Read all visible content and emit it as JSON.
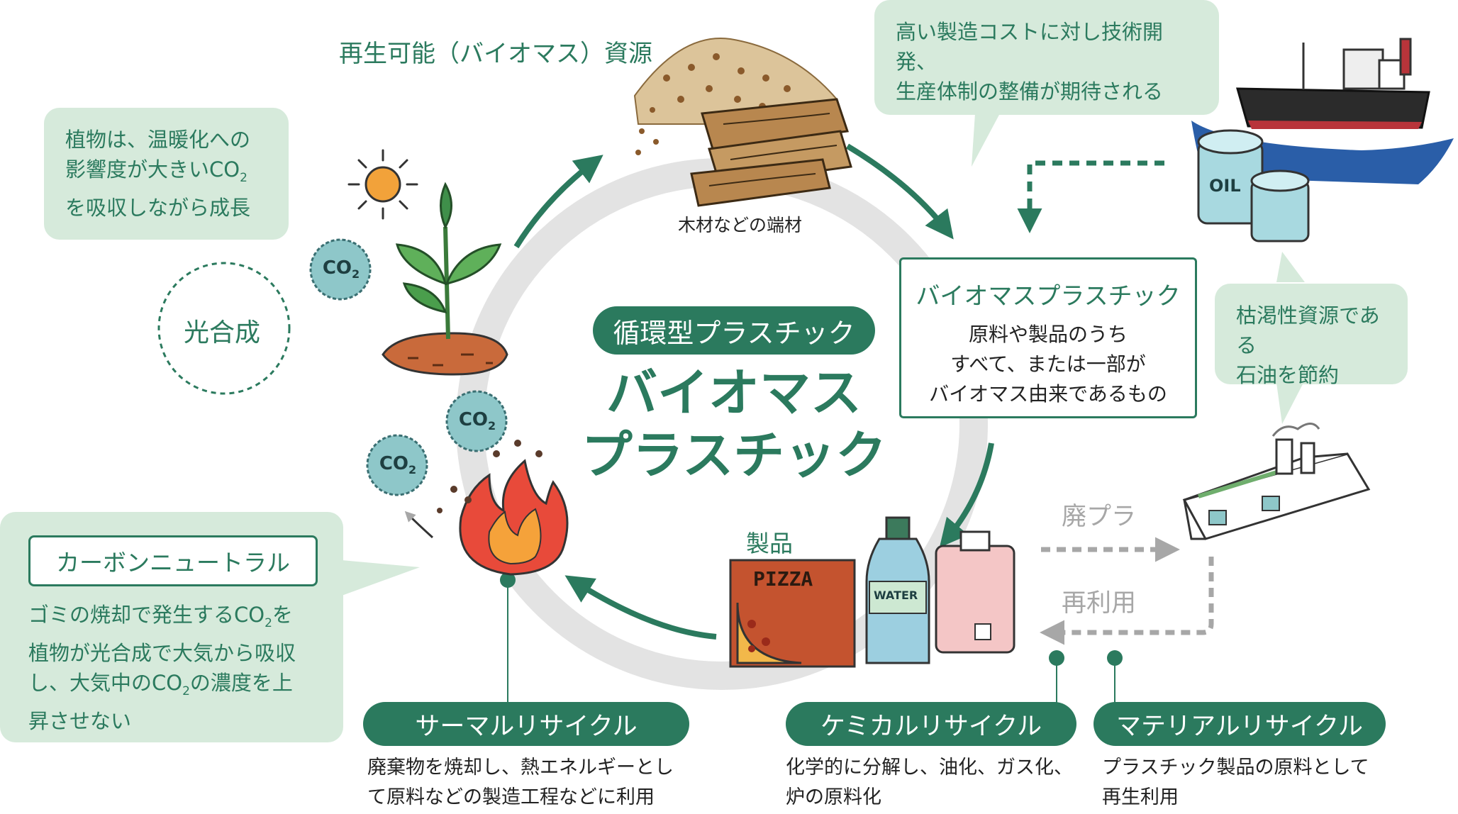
{
  "colors": {
    "brand_green": "#2b7a5e",
    "bubble_bg": "#d6eadb",
    "cycle_ring": "#e3e3e3",
    "dashed_gray": "#a7a7a7"
  },
  "center": {
    "pill": "循環型プラスチック",
    "title_line1": "バイオマス",
    "title_line2": "プラスチック"
  },
  "biomass_resource_label": "再生可能（バイオマス）資源",
  "wood_label": "木材などの端材",
  "plant_bubble": {
    "line1": "植物は、温暖化への",
    "line2": "影響度が大きいCO",
    "line2_sub": "2",
    "line3": "を吸収しながら成長"
  },
  "photosynthesis": "光合成",
  "cost_bubble": {
    "line1": "高い製造コストに対し技術開発、",
    "line2": "生産体制の整備が期待される"
  },
  "petroleum_bubble": {
    "line1": "枯渇性資源である",
    "line2": "石油を節約"
  },
  "biomass_plastic_box": {
    "title": "バイオマスプラスチック",
    "line1": "原料や製品のうち",
    "line2": "すべて、または一部が",
    "line3": "バイオマス由来であるもの"
  },
  "products_label": "製品",
  "waste_plastic_label": "廃プラ",
  "reuse_label": "再利用",
  "carbon_neutral": {
    "title": "カーボンニュートラル",
    "line1a": "ゴミの焼却で発生するCO",
    "line1_sub": "2",
    "line1b": "を",
    "line2": "植物が光合成で大気から吸収",
    "line3a": "し、大気中のCO",
    "line3_sub": "2",
    "line3b": "の濃度を上",
    "line4": "昇させない"
  },
  "recycle": {
    "thermal": {
      "title": "サーマルリサイクル",
      "line1": "廃棄物を焼却し、熱エネルギーとし",
      "line2": "て原料などの製造工程などに利用"
    },
    "chemical": {
      "title": "ケミカルリサイクル",
      "line1": "化学的に分解し、油化、ガス化、",
      "line2": "炉の原料化"
    },
    "material": {
      "title": "マテリアルリサイクル",
      "line1": "プラスチック製品の原料として",
      "line2": "再生利用"
    }
  },
  "illustrations": {
    "co2_text": "CO",
    "co2_sub": "2",
    "pizza_text": "PIZZA",
    "oil_text": "OIL",
    "water_text": "WATER"
  }
}
